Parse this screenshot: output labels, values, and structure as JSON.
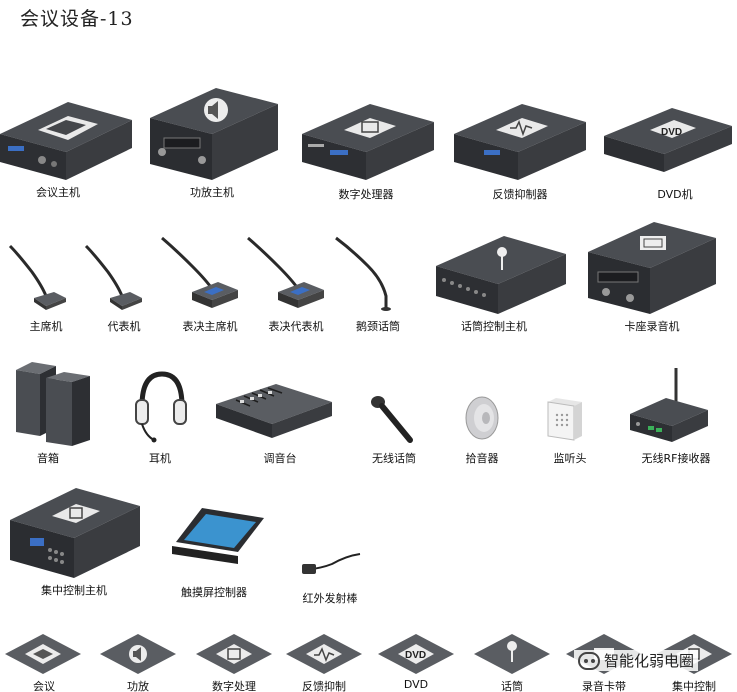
{
  "title": "会议设备-13",
  "devices": {
    "conference_host": "会议主机",
    "amplifier_host": "功放主机",
    "digital_processor": "数字处理器",
    "feedback_suppressor": "反馈抑制器",
    "dvd_player": "DVD机",
    "chair_unit": "主席机",
    "delegate_unit": "代表机",
    "voting_chair_unit": "表决主席机",
    "voting_delegate_unit": "表决代表机",
    "gooseneck_mic": "鹅颈话筒",
    "mic_control_host": "话筒控制主机",
    "cassette_recorder": "卡座录音机",
    "speaker_box": "音箱",
    "headphones": "耳机",
    "mixer": "调音台",
    "wireless_mic": "无线话筒",
    "pickup": "拾音器",
    "monitor_head": "监听头",
    "wireless_rf_receiver": "无线RF接收器",
    "central_control_host": "集中控制主机",
    "touchscreen_controller": "触摸屏控制器",
    "ir_emitter": "红外发射棒"
  },
  "bottom_icons": {
    "conference": "会议",
    "amplifier": "功放",
    "digital_processing": "数字处理",
    "feedback_suppression": "反馈抑制",
    "dvd": "DVD",
    "microphone": "话筒",
    "recorder_cassette": "录音卡带",
    "central_control": "集中控制"
  },
  "dvd_logo": "DVD",
  "watermark": "智能化弱电圈"
}
